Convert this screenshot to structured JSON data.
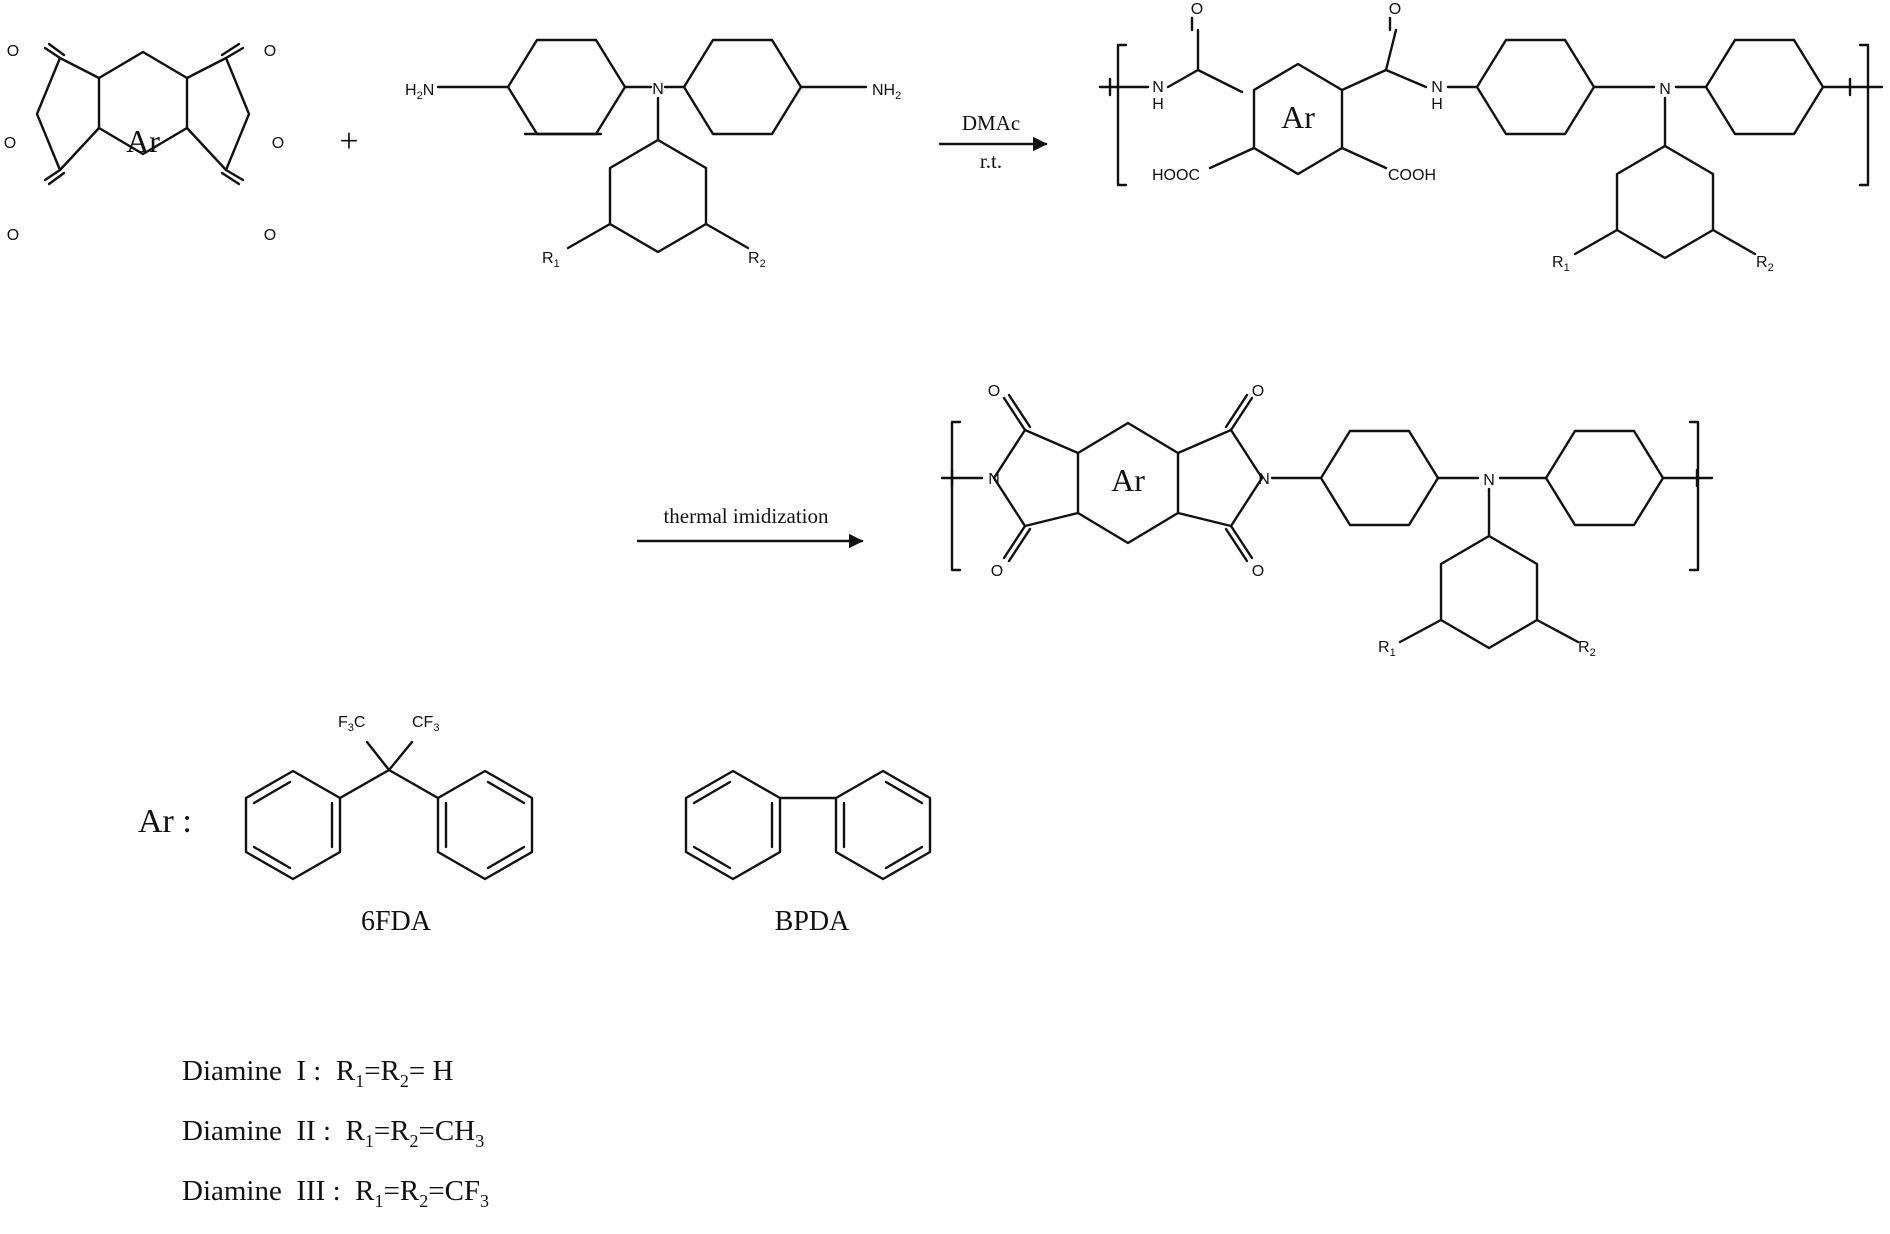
{
  "labels": {
    "ar": "Ar",
    "plus": "+",
    "amine": "NH",
    "amine_h2n": "H",
    "amine_sub": "2",
    "n": "N",
    "o": "O",
    "nh_n": "N",
    "nh_h": "H",
    "hooc": "HOOC",
    "cooh": "COOH",
    "r1": "R",
    "r1_sub": "1",
    "r2": "R",
    "r2_sub": "2",
    "f3c": "F",
    "f3c_tail": "C",
    "cf3": "CF",
    "sub3": "3"
  },
  "conditions": {
    "step1_top": "DMAc",
    "step1_bottom": "r.t.",
    "step2": "thermal imidization"
  },
  "ar_legend": {
    "label": "Ar :",
    "options": [
      "6FDA",
      "BPDA"
    ]
  },
  "diamines": [
    {
      "name": "Diamine",
      "numeral": "I",
      "r1": "R",
      "r1_sub": "1",
      "r2": "R",
      "r2_sub": "2",
      "group": "H",
      "group_sub": ""
    },
    {
      "name": "Diamine",
      "numeral": "II",
      "r1": "R",
      "r1_sub": "1",
      "r2": "R",
      "r2_sub": "2",
      "group": "CH",
      "group_sub": "3"
    },
    {
      "name": "Diamine",
      "numeral": "III",
      "r1": "R",
      "r1_sub": "1",
      "r2": "R",
      "r2_sub": "2",
      "group": "CF",
      "group_sub": "3"
    }
  ]
}
